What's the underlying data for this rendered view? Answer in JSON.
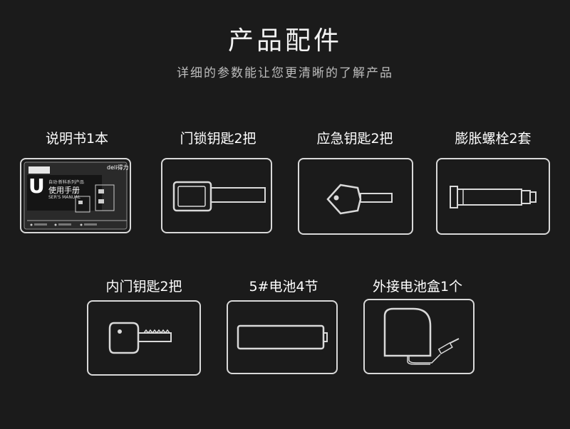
{
  "header": {
    "title": "产品配件",
    "subtitle": "详细的参数能让您更清晰的了解产品"
  },
  "manual": {
    "brand": "deli得力",
    "letter": "U",
    "line1": "自动·新科系列产品",
    "line2": "使用手册",
    "line3": "SER'S MANUAL"
  },
  "items": [
    {
      "label": "说明书1本",
      "icon": "manual-icon"
    },
    {
      "label": "门锁钥匙2把",
      "icon": "key-icon"
    },
    {
      "label": "应急钥匙2把",
      "icon": "emergency-key-icon"
    },
    {
      "label": "膨胀螺栓2套",
      "icon": "bolt-icon"
    },
    {
      "label": "内门钥匙2把",
      "icon": "inner-key-icon"
    },
    {
      "label": "5#电池4节",
      "icon": "battery-icon"
    },
    {
      "label": "外接电池盒1个",
      "icon": "battery-box-icon"
    }
  ],
  "colors": {
    "background": "#1b1b1b",
    "line": "#d9d9d9",
    "text": "#ffffff"
  }
}
